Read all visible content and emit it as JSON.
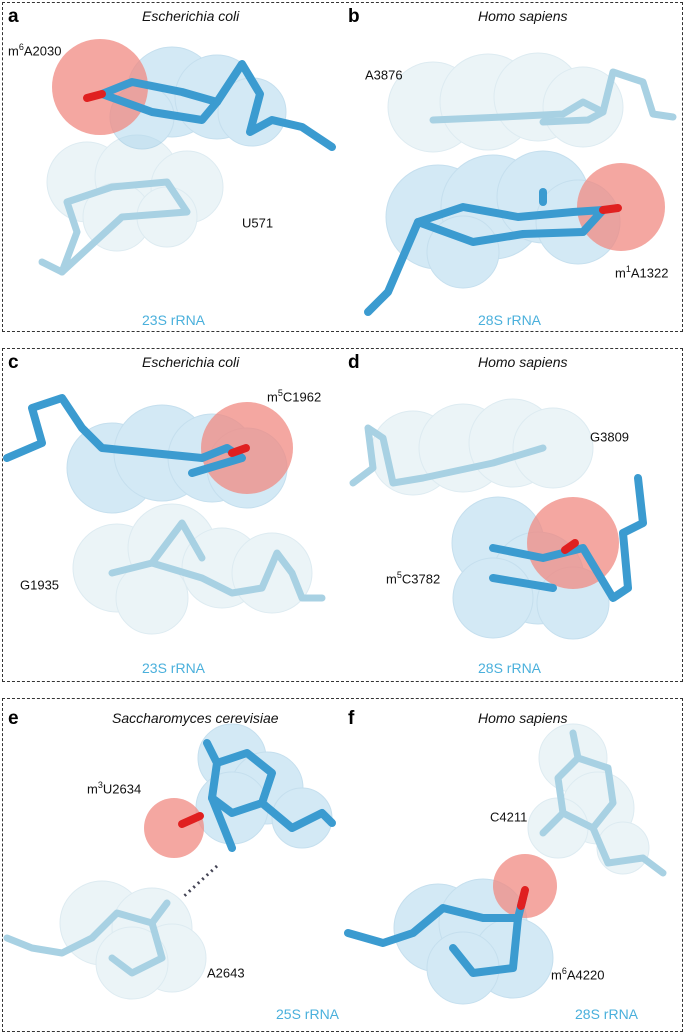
{
  "panels": [
    {
      "letter": "a",
      "species": "Escherichia coli",
      "mod": {
        "pre": "m",
        "sup": "6",
        "post": "A2030"
      },
      "partner": {
        "pre": "",
        "sup": "",
        "post": "U571"
      },
      "rrna": "23S rRNA"
    },
    {
      "letter": "b",
      "species": "Homo sapiens",
      "mod": {
        "pre": "m",
        "sup": "1",
        "post": "A1322"
      },
      "partner": {
        "pre": "",
        "sup": "",
        "post": "A3876"
      },
      "rrna": "28S rRNA"
    },
    {
      "letter": "c",
      "species": "Escherichia coli",
      "mod": {
        "pre": "m",
        "sup": "5",
        "post": "C1962"
      },
      "partner": {
        "pre": "",
        "sup": "",
        "post": "G1935"
      },
      "rrna": "23S rRNA"
    },
    {
      "letter": "d",
      "species": "Homo sapiens",
      "mod": {
        "pre": "m",
        "sup": "5",
        "post": "C3782"
      },
      "partner": {
        "pre": "",
        "sup": "",
        "post": "G3809"
      },
      "rrna": "28S rRNA"
    },
    {
      "letter": "e",
      "species": "Saccharomyces cerevisiae",
      "mod": {
        "pre": "m",
        "sup": "3",
        "post": "U2634"
      },
      "partner": {
        "pre": "",
        "sup": "",
        "post": "A2643"
      },
      "rrna": "25S rRNA"
    },
    {
      "letter": "f",
      "species": "Homo sapiens",
      "mod": {
        "pre": "m",
        "sup": "6",
        "post": "A4220"
      },
      "partner": {
        "pre": "",
        "sup": "",
        "post": "C4211"
      },
      "rrna": "28S rRNA"
    }
  ],
  "colors": {
    "modified_sphere": "#f08a82",
    "modified_stick": "#3b9bd0",
    "partner_sphere": "#dbecf2",
    "partner_stick": "#a8d1e3",
    "methyl_tip": "#e02020",
    "rrna_label": "#4ab0dc",
    "border": "#333333"
  }
}
